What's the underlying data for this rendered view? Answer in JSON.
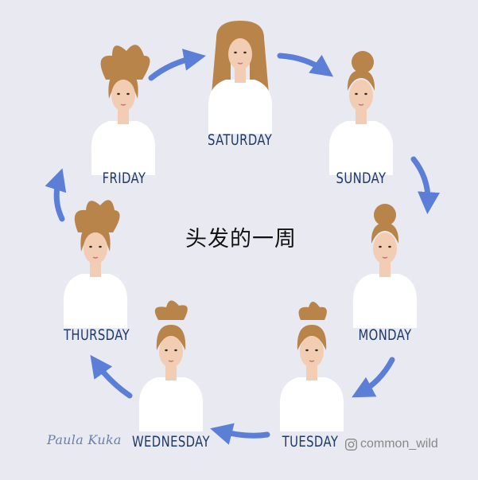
{
  "title": "头发的一周",
  "days": {
    "saturday": "SATURDAY",
    "sunday": "SUNDAY",
    "monday": "MONDAY",
    "tuesday": "TUESDAY",
    "wednesday": "WEDNESDAY",
    "thursday": "THURSDAY",
    "friday": "FRIDAY"
  },
  "signature": "Paula Kuka",
  "handle": "common_wild",
  "icons": {
    "handle_icon": "instagram-icon",
    "arrows": "arrow-icon"
  },
  "colors": {
    "background": "#e9e9f1",
    "arrow": "#5b7fd6",
    "label": "#1f3a66",
    "hair": "#b8844a",
    "skin": "#f3cdb3",
    "shirt": "#ffffff"
  },
  "hair_styles": {
    "saturday": "long-down",
    "sunday": "bun",
    "monday": "bun",
    "tuesday": "messy-bun",
    "wednesday": "messy-bun",
    "thursday": "messy-updo",
    "friday": "messy-updo"
  }
}
